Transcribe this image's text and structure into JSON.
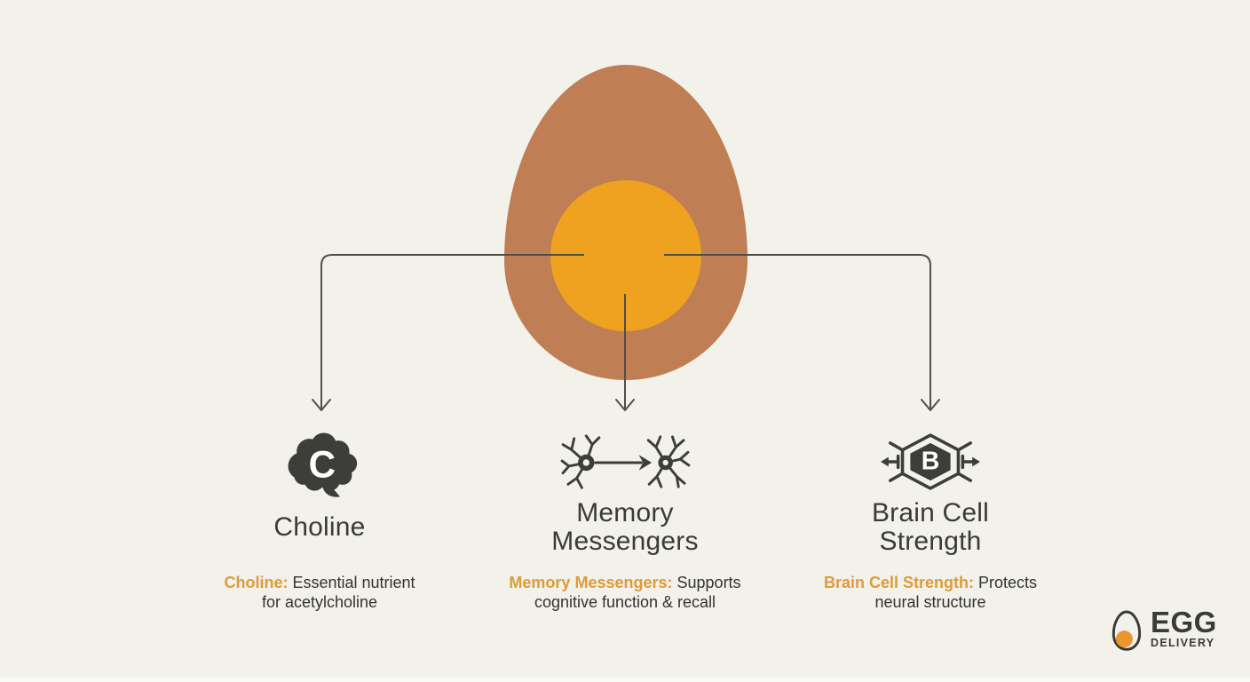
{
  "colors": {
    "background": "#f2f1ea",
    "egg_body": "#bf7e54",
    "egg_yolk": "#eea21f",
    "line": "#4f4f49",
    "icon": "#3d3d39",
    "title": "#3a3a36",
    "desc": "#33332e",
    "accent": "#dd9b3a",
    "logo_ink": "#3a3a38",
    "logo_yolk": "#e9962e"
  },
  "columns": [
    {
      "icon": "brain-icon",
      "icon_letter": "C",
      "title_lines": [
        "Choline"
      ],
      "desc_bold": "Choline:",
      "desc_line1_rest": "Essential nutrient",
      "desc_line2": "for acetylcholine"
    },
    {
      "icon": "neurons-arrow-icon",
      "title_lines": [
        "Memory",
        "Messengers"
      ],
      "desc_bold": "Memory Messengers:",
      "desc_line1_rest": "Supports",
      "desc_line2": "cognitive function & recall"
    },
    {
      "icon": "hexagon-shield-icon",
      "icon_letter": "B",
      "title_lines": [
        "Brain Cell",
        "Strength"
      ],
      "desc_bold": "Brain Cell Strength:",
      "desc_line1_rest": "Protects",
      "desc_line2": "neural structure"
    }
  ],
  "logo": {
    "name": "EGG",
    "subtitle": "DELIVERY"
  }
}
